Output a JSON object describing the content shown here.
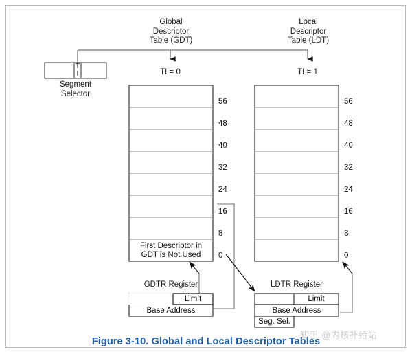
{
  "figure": {
    "caption": "Figure 3-10.  Global and Local Descriptor Tables",
    "caption_color": "#1f5fa9",
    "watermark": "知乎 @内核补给站"
  },
  "selector": {
    "label_line1": "Segment",
    "label_line2": "Selector",
    "ti_bit_line1": "T",
    "ti_bit_line2": "I"
  },
  "gdt": {
    "title_line1": "Global",
    "title_line2": "Descriptor",
    "title_line3": "Table (GDT)",
    "ti_value": "TI = 0",
    "first_entry_line1": "First Descriptor in",
    "first_entry_line2": "GDT is Not Used",
    "offsets": [
      "56",
      "48",
      "40",
      "32",
      "24",
      "16",
      "8",
      "0"
    ]
  },
  "ldt": {
    "title_line1": "Local",
    "title_line2": "Descriptor",
    "title_line3": "Table (LDT)",
    "ti_value": "TI = 1",
    "offsets": [
      "56",
      "48",
      "40",
      "32",
      "24",
      "16",
      "8",
      "0"
    ]
  },
  "gdtr": {
    "title": "GDTR Register",
    "limit_label": "Limit",
    "base_label": "Base Address"
  },
  "ldtr": {
    "title": "LDTR Register",
    "limit_label": "Limit",
    "base_label": "Base Address",
    "segsel_label": "Seg. Sel."
  }
}
